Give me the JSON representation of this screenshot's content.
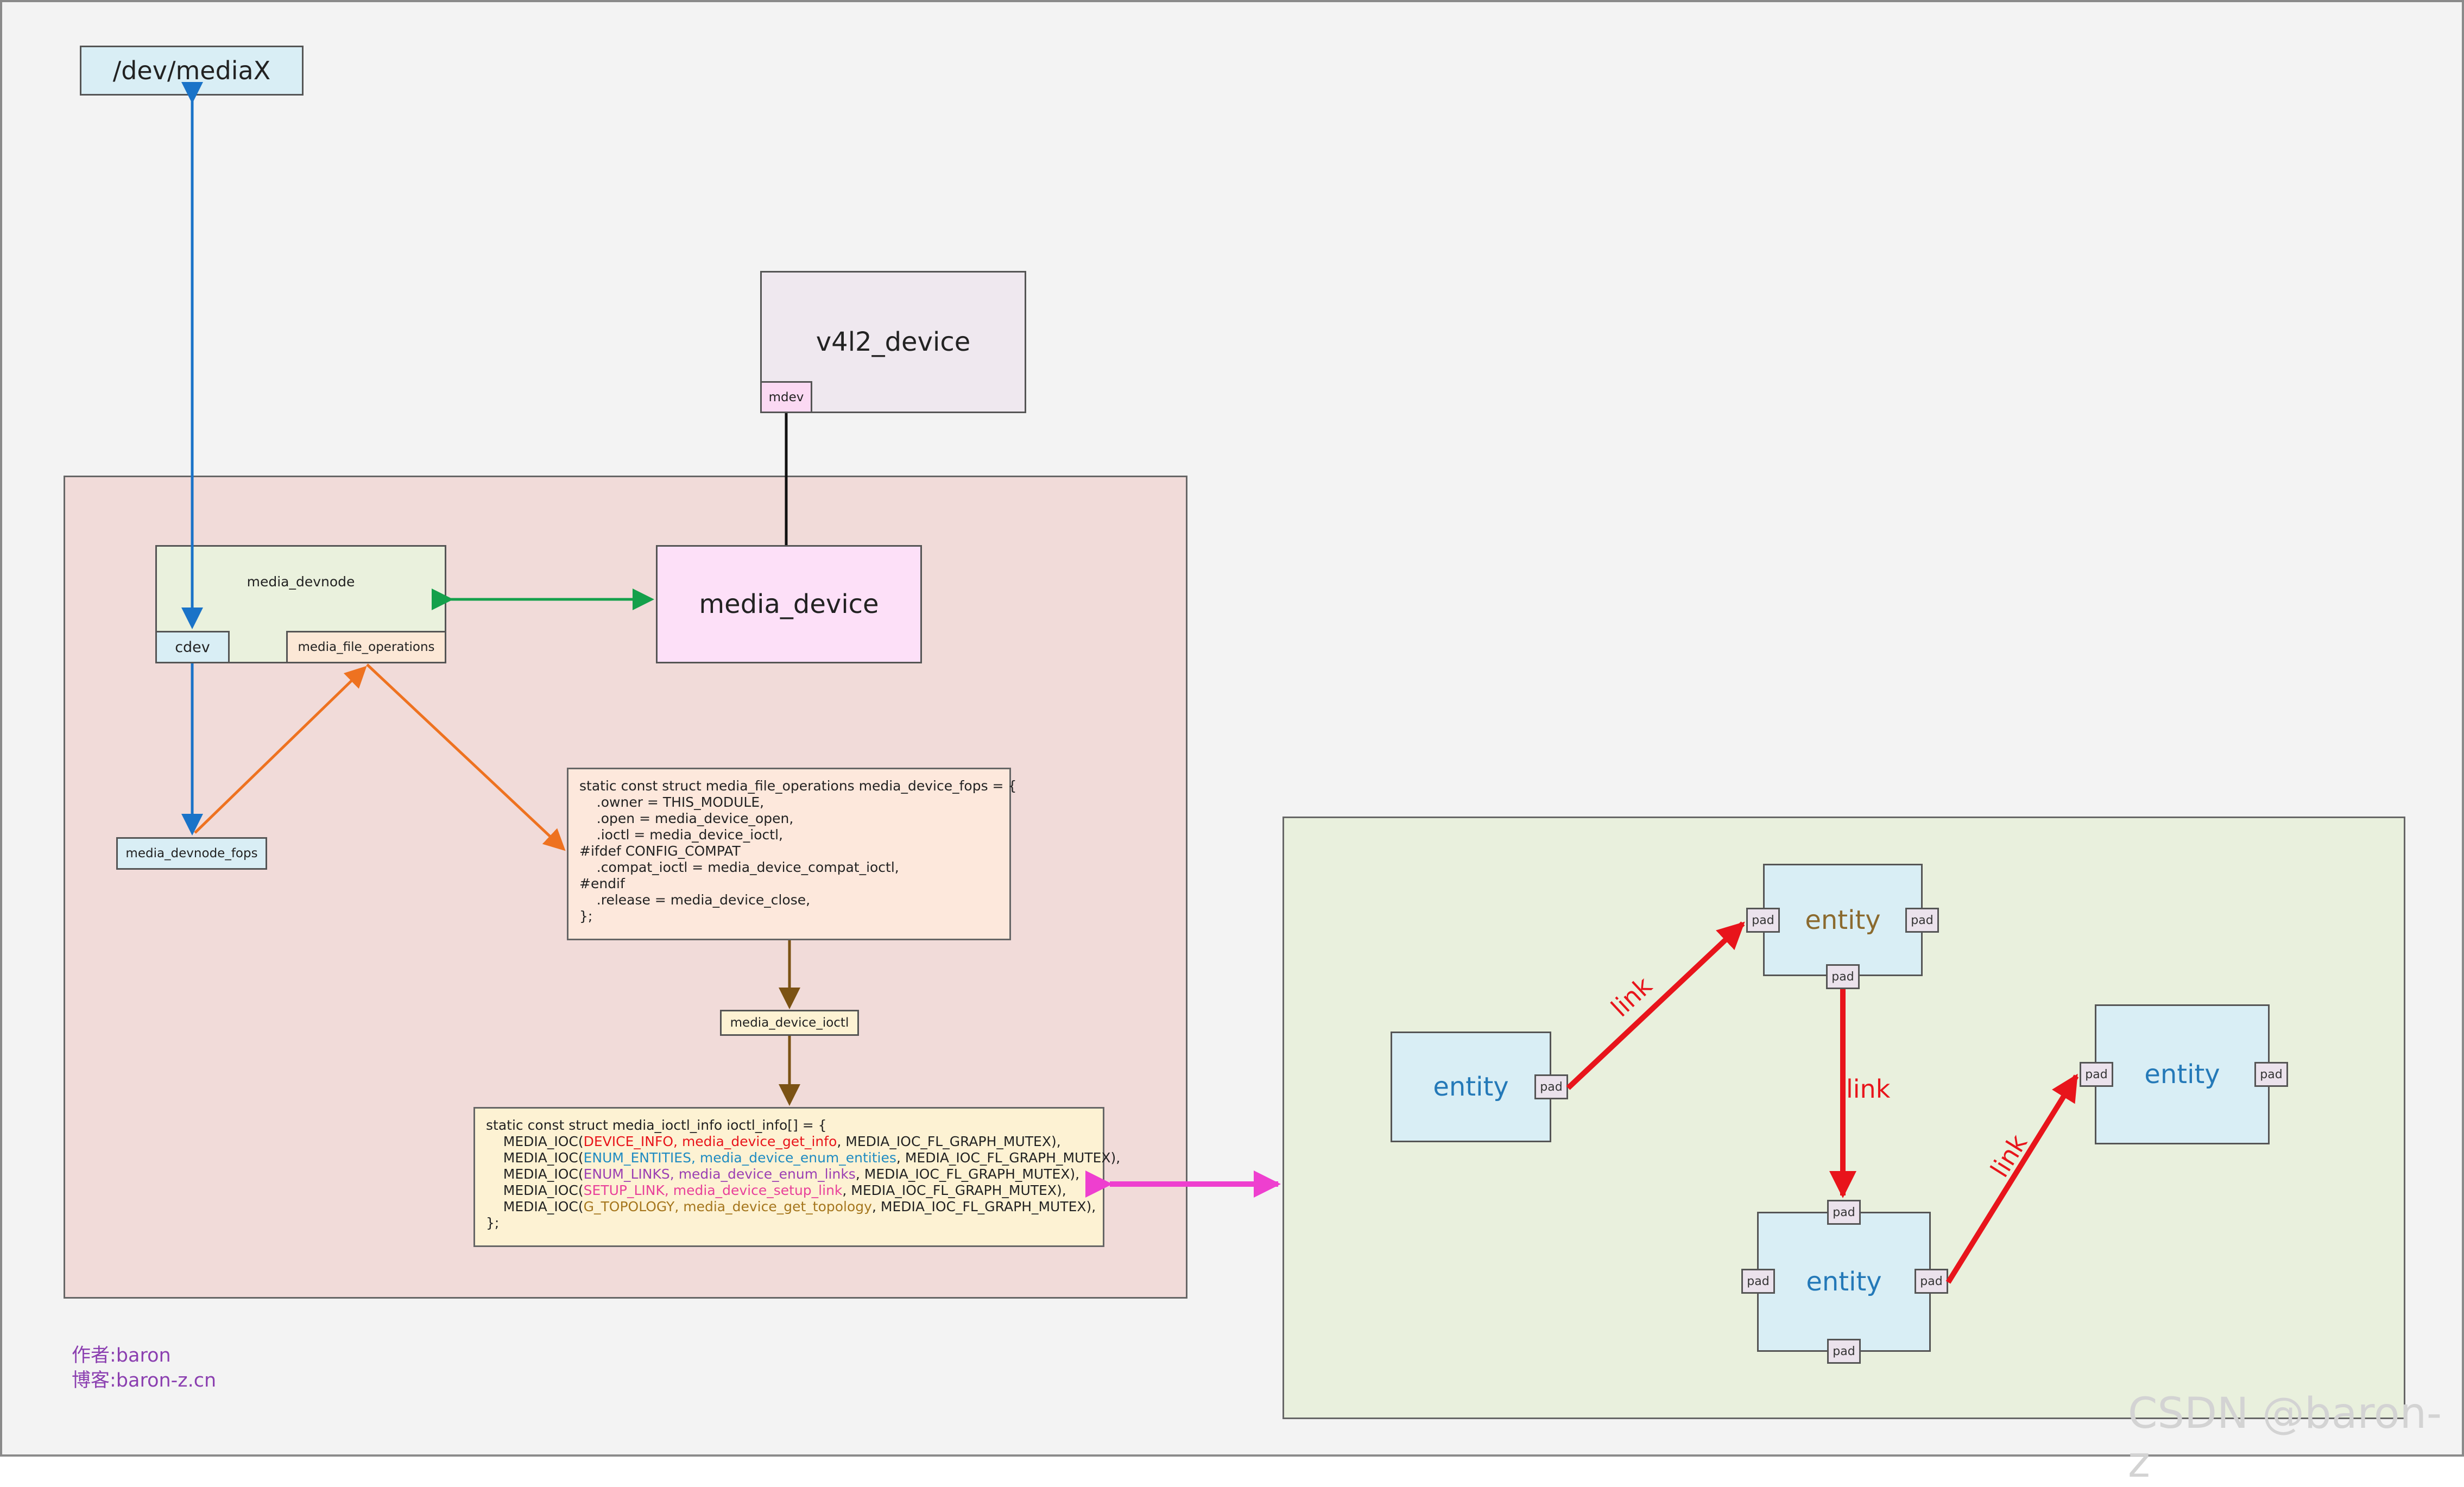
{
  "nodes": {
    "dev_mediax": "/dev/mediaX",
    "v4l2_device": "v4l2_device",
    "mdev": "mdev",
    "media_devnode": "media_devnode",
    "cdev": "cdev",
    "media_file_operations": "media_file_operations",
    "media_device": "media_device",
    "media_devnode_fops": "media_devnode_fops",
    "media_device_ioctl": "media_device_ioctl"
  },
  "fops_code": [
    "static const struct media_file_operations media_device_fops = {",
    "    .owner = THIS_MODULE,",
    "    .open = media_device_open,",
    "    .ioctl = media_device_ioctl,",
    "#ifdef CONFIG_COMPAT",
    "    .compat_ioctl = media_device_compat_ioctl,",
    "#endif",
    "    .release = media_device_close,",
    "};"
  ],
  "ioctl_code": {
    "header": "static const struct media_ioctl_info ioctl_info[] = {",
    "prefix": "    MEDIA_IOC(",
    "rows": [
      {
        "cmd": "DEVICE_INFO",
        "handler": "media_device_get_info",
        "flag": "MEDIA_IOC_FL_GRAPH_MUTEX),",
        "color": "#e8141b"
      },
      {
        "cmd": "ENUM_ENTITIES",
        "handler": "media_device_enum_entities",
        "flag": "MEDIA_IOC_FL_GRAPH_MUTEX),",
        "color": "#1f8bc2"
      },
      {
        "cmd": "ENUM_LINKS",
        "handler": "media_device_enum_links",
        "flag": "MEDIA_IOC_FL_GRAPH_MUTEX),",
        "color": "#9b3fb3"
      },
      {
        "cmd": "SETUP_LINK",
        "handler": "media_device_setup_link",
        "flag": "MEDIA_IOC_FL_GRAPH_MUTEX),",
        "color": "#e8409a"
      },
      {
        "cmd": "G_TOPOLOGY",
        "handler": "media_device_get_topology",
        "flag": "MEDIA_IOC_FL_GRAPH_MUTEX),",
        "color": "#a5761d"
      }
    ],
    "footer": "};"
  },
  "graph": {
    "entity": "entity",
    "pad": "pad",
    "link": "link"
  },
  "author": {
    "line1": "作者:baron",
    "line2": "博客:baron-z.cn"
  },
  "watermark": "CSDN @baron-z",
  "colors": {
    "blue_arrow": "#1a73c8",
    "green_arrow": "#14a04b",
    "orange_arrow": "#ee7220",
    "brown_arrow": "#7b5214",
    "magenta_arrow": "#ee3fcf",
    "red_link": "#e8141b",
    "entity_blue": "#2479b8",
    "entity_brown": "#8b6a2e"
  }
}
